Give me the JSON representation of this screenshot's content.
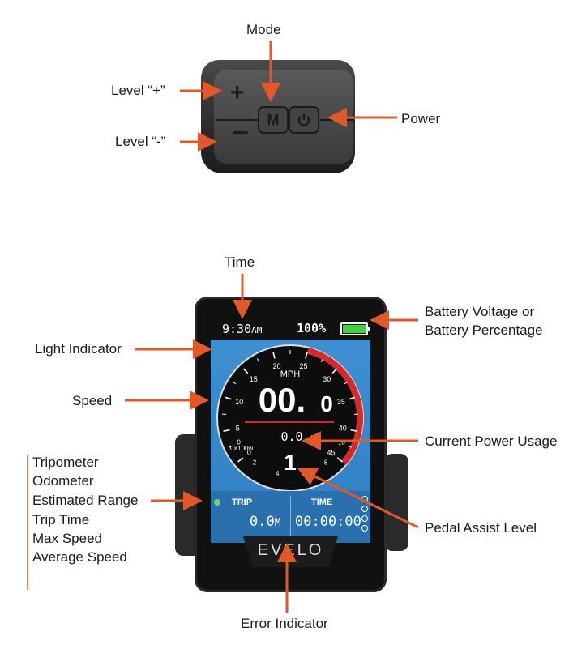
{
  "remote": {
    "plus_symbol": "+",
    "mode_button": "M",
    "power_icon": "power-icon"
  },
  "display": {
    "time": "9:30",
    "time_suffix": "AM",
    "battery_percent": "100%",
    "speed_unit": "MPH",
    "speed_main": "00.",
    "speed_decimal": "0",
    "power_value": "0.0",
    "power_unit": "W",
    "power_scale": "0×100w",
    "assist_level": "1",
    "trip_label": "TRIP",
    "trip_value": "0.0",
    "trip_unit": "M",
    "time_label": "TIME",
    "time_value": "00:00:00",
    "brand": "EVELO",
    "speed_ticks": [
      "0",
      "5",
      "10",
      "15",
      "20",
      "25",
      "30",
      "35",
      "40",
      "45"
    ],
    "power_ticks": [
      "0",
      "2",
      "4",
      "6",
      "8",
      "10"
    ],
    "colors": {
      "arrow": "#e2582a",
      "screen": "#3a8acb",
      "battery": "#41d13d",
      "redline": "#d42a2a"
    }
  },
  "callouts": {
    "mode": "Mode",
    "level_plus": "Level “+”",
    "level_minus": "Level “-”",
    "power": "Power",
    "time": "Time",
    "battery_line1": "Battery Voltage or",
    "battery_line2": "Battery Percentage",
    "light": "Light Indicator",
    "speed": "Speed",
    "current_power": "Current Power Usage",
    "pedal_assist": "Pedal Assist Level",
    "error": "Error Indicator",
    "info_list": [
      "Tripometer",
      "Odometer",
      "Estimated Range",
      "Trip Time",
      "Max Speed",
      "Average Speed"
    ]
  }
}
